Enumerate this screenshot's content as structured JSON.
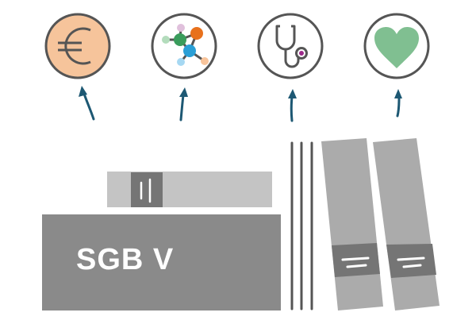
{
  "diagram": {
    "icons": [
      {
        "name": "euro-icon",
        "meaning": "money",
        "fill": "#f6c49b",
        "glyph": "€"
      },
      {
        "name": "network-icon",
        "meaning": "network",
        "fill": "#ffffff"
      },
      {
        "name": "stethoscope-icon",
        "meaning": "medicine",
        "fill": "#ffffff"
      },
      {
        "name": "heart-icon",
        "meaning": "health",
        "fill": "#ffffff",
        "heart_color": "#80bf91"
      }
    ],
    "arrow_color": "#1d5873",
    "book_label": "SGB V",
    "colors": {
      "outline": "#555555",
      "book_dark": "#8a8a8a",
      "book_light": "#c4c4c4",
      "binder": "#ababab",
      "band": "#757575",
      "network_green": "#3a9c5c",
      "network_orange": "#e8711c",
      "network_blue": "#2a9fd6",
      "network_lightblue": "#a6d8f2",
      "network_pink": "#e0c0dc",
      "network_mint": "#b3dcbc",
      "network_peach": "#f8c49b",
      "stetho_dot": "#9c2a8a"
    }
  }
}
